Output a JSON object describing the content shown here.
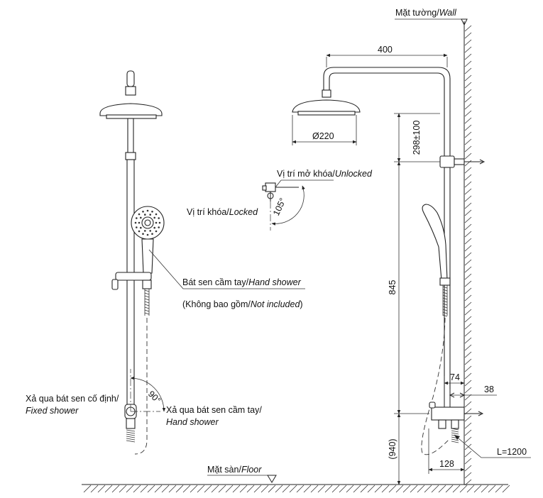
{
  "labels": {
    "wall_vi": "Mặt tường/",
    "wall_en": "Wall",
    "floor_vi": "Mặt sàn/",
    "floor_en": "Floor",
    "unlocked_vi": "Vị trí mở khóa/",
    "unlocked_en": "Unlocked",
    "locked_vi": "Vị trí khóa/",
    "locked_en": "Locked",
    "hand_shower_vi": "Bát sen cầm tay/",
    "hand_shower_en": "Hand shower",
    "not_included_vi": "(Không bao gồm/",
    "not_included_en": "Not included",
    "not_included_close": ")",
    "fixed_outlet_vi": "Xả qua bát sen cố định/",
    "fixed_outlet_en": "Fixed shower",
    "hand_outlet_vi": "Xả qua bát sen cầm tay/",
    "hand_outlet_en": "Hand shower"
  },
  "dimensions": {
    "arm_length": "400",
    "head_diameter": "Ø220",
    "head_height": "298±100",
    "bar_length": "845",
    "valve_height": "(940)",
    "valve_depth": "74",
    "wall_offset": "38",
    "mount_width": "128",
    "hose_length": "L=1200",
    "lever_angle": "105°",
    "switch_angle": "90°"
  },
  "colors": {
    "line": "#222222",
    "background": "#ffffff",
    "hatch": "#444444"
  }
}
